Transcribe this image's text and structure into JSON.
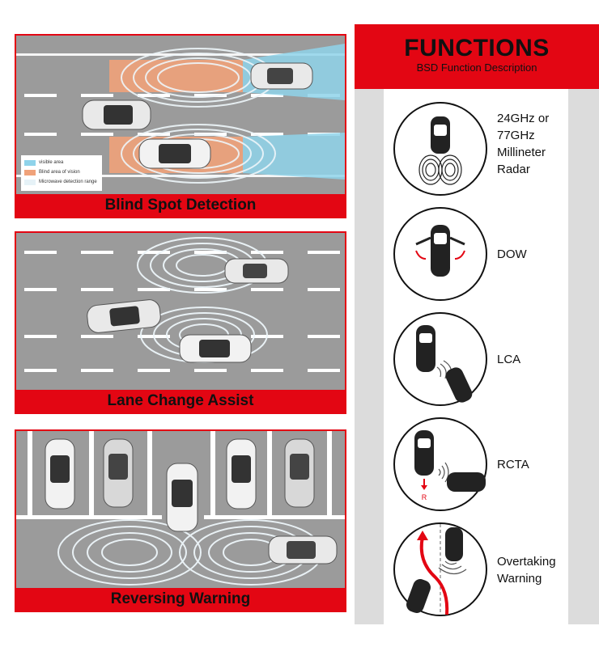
{
  "panels": {
    "blind_spot": {
      "title": "Blind Spot Detection",
      "legend": {
        "visible": "visible area",
        "blind": "Blind area of vision",
        "microwave": "Microwave detection range"
      }
    },
    "lane_change": {
      "title": "Lane Change Assist"
    },
    "reversing": {
      "title": "Reversing Warning"
    }
  },
  "functions": {
    "title": "FUNCTIONS",
    "subtitle": "BSD Function Description",
    "features": [
      {
        "label": "24GHz or\n77GHz\nMillineter\nRadar",
        "icon": "radar-car-icon"
      },
      {
        "label": "DOW",
        "icon": "door-open-icon"
      },
      {
        "label": "LCA",
        "icon": "lane-change-icon"
      },
      {
        "label": "RCTA",
        "icon": "rear-cross-traffic-icon",
        "badge": "R"
      },
      {
        "label": "Overtaking\nWarning",
        "icon": "overtaking-icon"
      }
    ]
  },
  "colors": {
    "brand_red": "#e30613",
    "road_gray": "#9b9b9b",
    "visible_area": "#8fd3ea",
    "blind_area": "#f0a27a",
    "microwave_area": "#e6f2f7"
  }
}
